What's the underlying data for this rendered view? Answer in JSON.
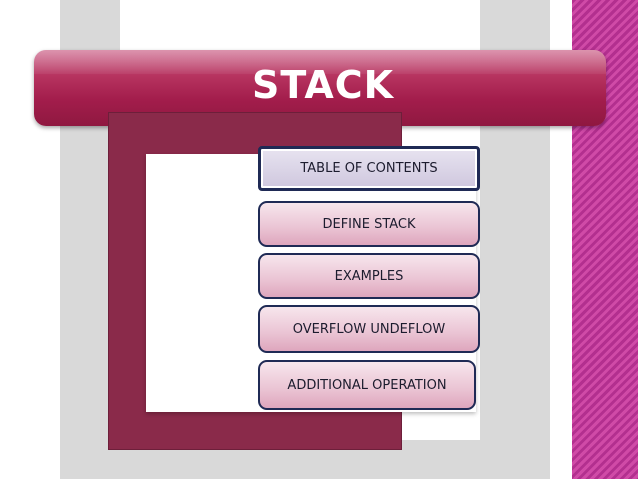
{
  "slide": {
    "title": "STACK",
    "toc_header": "TABLE OF CONTENTS",
    "toc_items": [
      "DEFINE STACK",
      "EXAMPLES",
      "OVERFLOW UNDEFLOW",
      "ADDITIONAL OPERATION"
    ]
  },
  "colors": {
    "banner": "#b6335f",
    "frame": "#8a2a4a",
    "stripes": "#c13d9b",
    "button_border": "#1f2a55",
    "button_fill": "#eac3d3"
  }
}
